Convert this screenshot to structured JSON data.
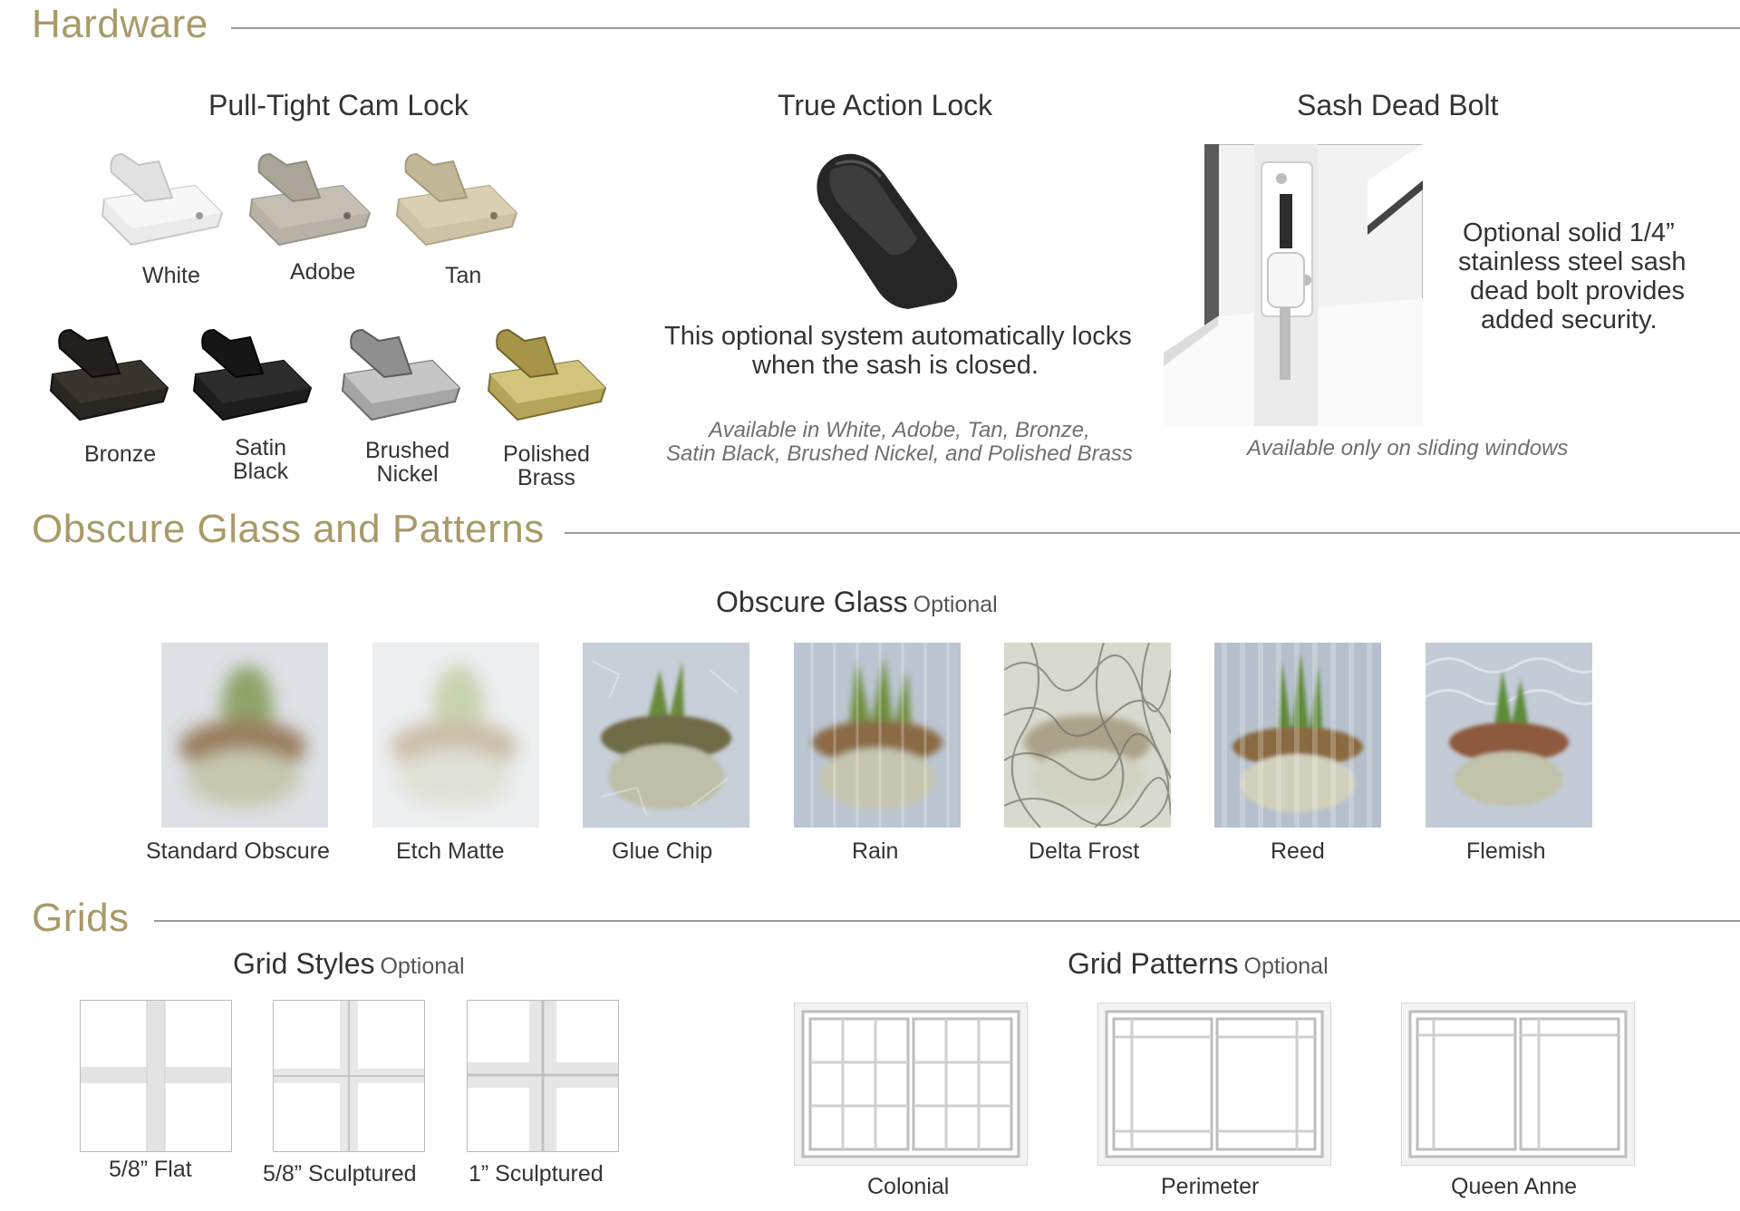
{
  "sections": {
    "hardware": "Hardware",
    "obscure": "Obscure Glass and Patterns",
    "grids": "Grids"
  },
  "hardware": {
    "cam_lock": {
      "title": "Pull-Tight Cam Lock",
      "finishes": [
        {
          "label": "White",
          "color": "#e6e6e6"
        },
        {
          "label": "Adobe",
          "color": "#b8b3a6"
        },
        {
          "label": "Tan",
          "color": "#cdc3a6"
        },
        {
          "label": "Bronze",
          "color": "#2a2622"
        },
        {
          "label": "Satin\nBlack",
          "color": "#1d1d1d"
        },
        {
          "label": "Brushed\nNickel",
          "color": "#a5a5a5"
        },
        {
          "label": "Polished\nBrass",
          "color": "#b5a55a"
        }
      ]
    },
    "true_action": {
      "title": "True Action Lock",
      "description_line1": "This optional system automatically locks",
      "description_line2": "when the sash is closed.",
      "note_line1": "Available in White, Adobe, Tan, Bronze,",
      "note_line2": "Satin Black, Brushed Nickel, and Polished Brass"
    },
    "dead_bolt": {
      "title": "Sash Dead Bolt",
      "description_line1": "Optional solid 1/4”",
      "description_line2": "stainless steel sash",
      "description_line3": "dead bolt provides",
      "description_line4": "added security.",
      "note": "Available only on sliding windows"
    }
  },
  "obscure_glass": {
    "title": "Obscure Glass",
    "optional": "Optional",
    "items": [
      {
        "label": "Standard Obscure"
      },
      {
        "label": "Etch Matte"
      },
      {
        "label": "Glue Chip"
      },
      {
        "label": "Rain"
      },
      {
        "label": "Delta Frost"
      },
      {
        "label": "Reed"
      },
      {
        "label": "Flemish"
      }
    ]
  },
  "grids": {
    "styles": {
      "title": "Grid Styles",
      "optional": "Optional",
      "items": [
        {
          "label": "5/8” Flat"
        },
        {
          "label": "5/8” Sculptured"
        },
        {
          "label": "1” Sculptured"
        }
      ]
    },
    "patterns": {
      "title": "Grid Patterns",
      "optional": "Optional",
      "items": [
        {
          "label": "Colonial"
        },
        {
          "label": "Perimeter"
        },
        {
          "label": "Queen Anne"
        }
      ]
    }
  },
  "colors": {
    "section_title": "#a99a68",
    "rule": "#9a9a9a",
    "text": "#333333",
    "note": "#707070"
  }
}
